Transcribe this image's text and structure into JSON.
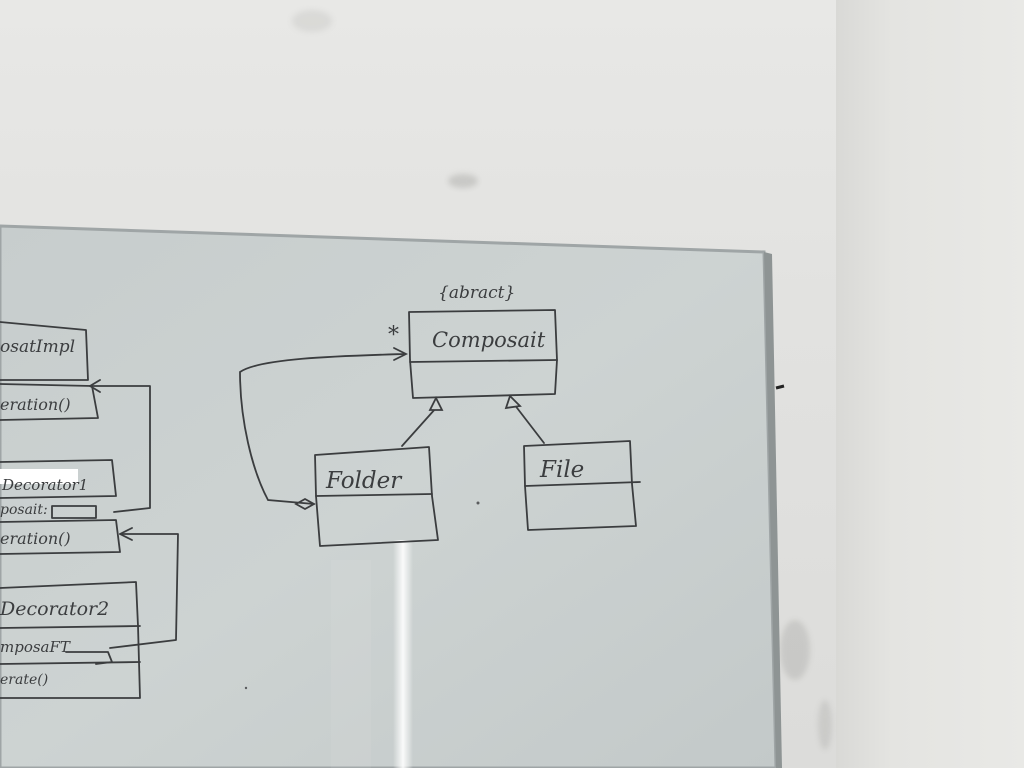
{
  "scene": {
    "description_type": "whiteboard-photo",
    "colors": {
      "wall": "#e4e4e2",
      "board": "#c9cfcf",
      "board_frame": "#9fa5a6",
      "marker_ink": "#3b3d3f"
    }
  },
  "diagram": {
    "abstract_note": "{abract}",
    "multiplicity": "*",
    "classes": {
      "composite": {
        "name": "Composait"
      },
      "folder": {
        "name": "Folder"
      },
      "file": {
        "name": "File"
      }
    },
    "left_partial": {
      "composite_impl": "osatImpl",
      "operation_1": "eration()",
      "decorator_1": "Decorator1",
      "attr_composit": "posait:",
      "operation_2": "eration()",
      "decorator_2": "Decorator2",
      "attr_composit_2": "mposaFT",
      "operation_3": "erate()"
    }
  }
}
